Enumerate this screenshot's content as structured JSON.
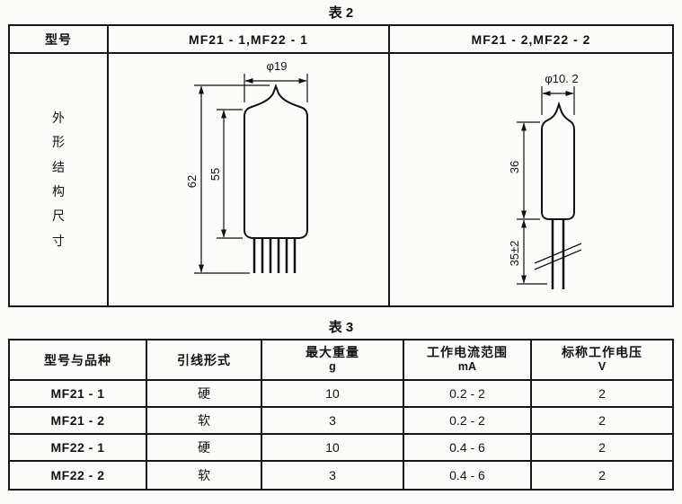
{
  "page": {
    "table2_caption": "表 2",
    "table3_caption": "表 3"
  },
  "table2": {
    "header": {
      "col1": "型号",
      "col2": "MF21 - 1,MF22 - 1",
      "col3": "MF21 - 2,MF22 - 2"
    },
    "row_label": "外形结构尺寸",
    "drawing_left": {
      "dia": "φ19",
      "h_outer": "62",
      "h_body": "55"
    },
    "drawing_right": {
      "dia": "φ10. 2",
      "h_body": "36",
      "h_lead": "35±2"
    }
  },
  "table3": {
    "headers": {
      "col1": "型号与品种",
      "col2": "引线形式",
      "col3_title": "最大重量",
      "col3_unit": "g",
      "col4_title": "工作电流范围",
      "col4_unit": "mA",
      "col5_title": "标称工作电压",
      "col5_unit": "V"
    },
    "rows": [
      {
        "model": "MF21 - 1",
        "lead": "硬",
        "weight": "10",
        "current": "0.2 - 2",
        "voltage": "2"
      },
      {
        "model": "MF21 - 2",
        "lead": "软",
        "weight": "3",
        "current": "0.2 - 2",
        "voltage": "2"
      },
      {
        "model": "MF22 - 1",
        "lead": "硬",
        "weight": "10",
        "current": "0.4 - 6",
        "voltage": "2"
      },
      {
        "model": "MF22 - 2",
        "lead": "软",
        "weight": "3",
        "current": "0.4 - 6",
        "voltage": "2"
      }
    ]
  }
}
